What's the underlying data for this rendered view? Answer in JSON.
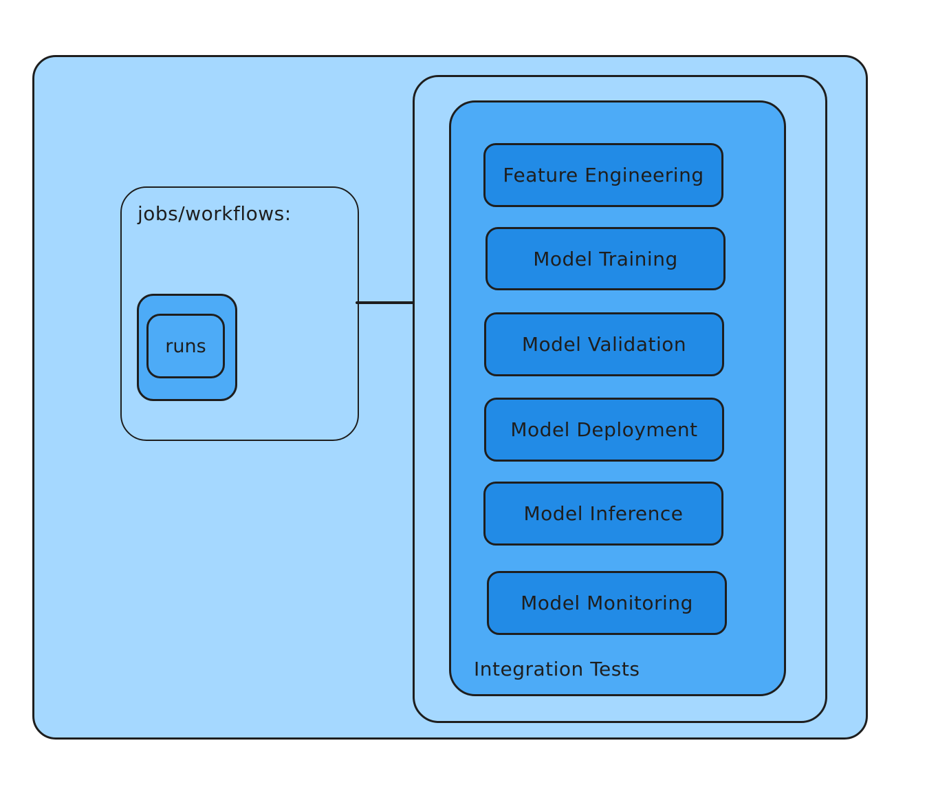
{
  "diagram": {
    "jobs_label": "jobs/workflows:",
    "runs_label": "runs",
    "pipeline_label": "Integration Tests",
    "steps": [
      "Feature Engineering",
      "Model Training",
      "Model Validation",
      "Model Deployment",
      "Model Inference",
      "Model Monitoring"
    ]
  },
  "colors": {
    "light_blue": "#a5d8ff",
    "mid_blue": "#4dabf7",
    "step_blue": "#228be6",
    "stroke": "#1e1e1e"
  },
  "icons": {
    "connector": "arrow-right-icon"
  }
}
